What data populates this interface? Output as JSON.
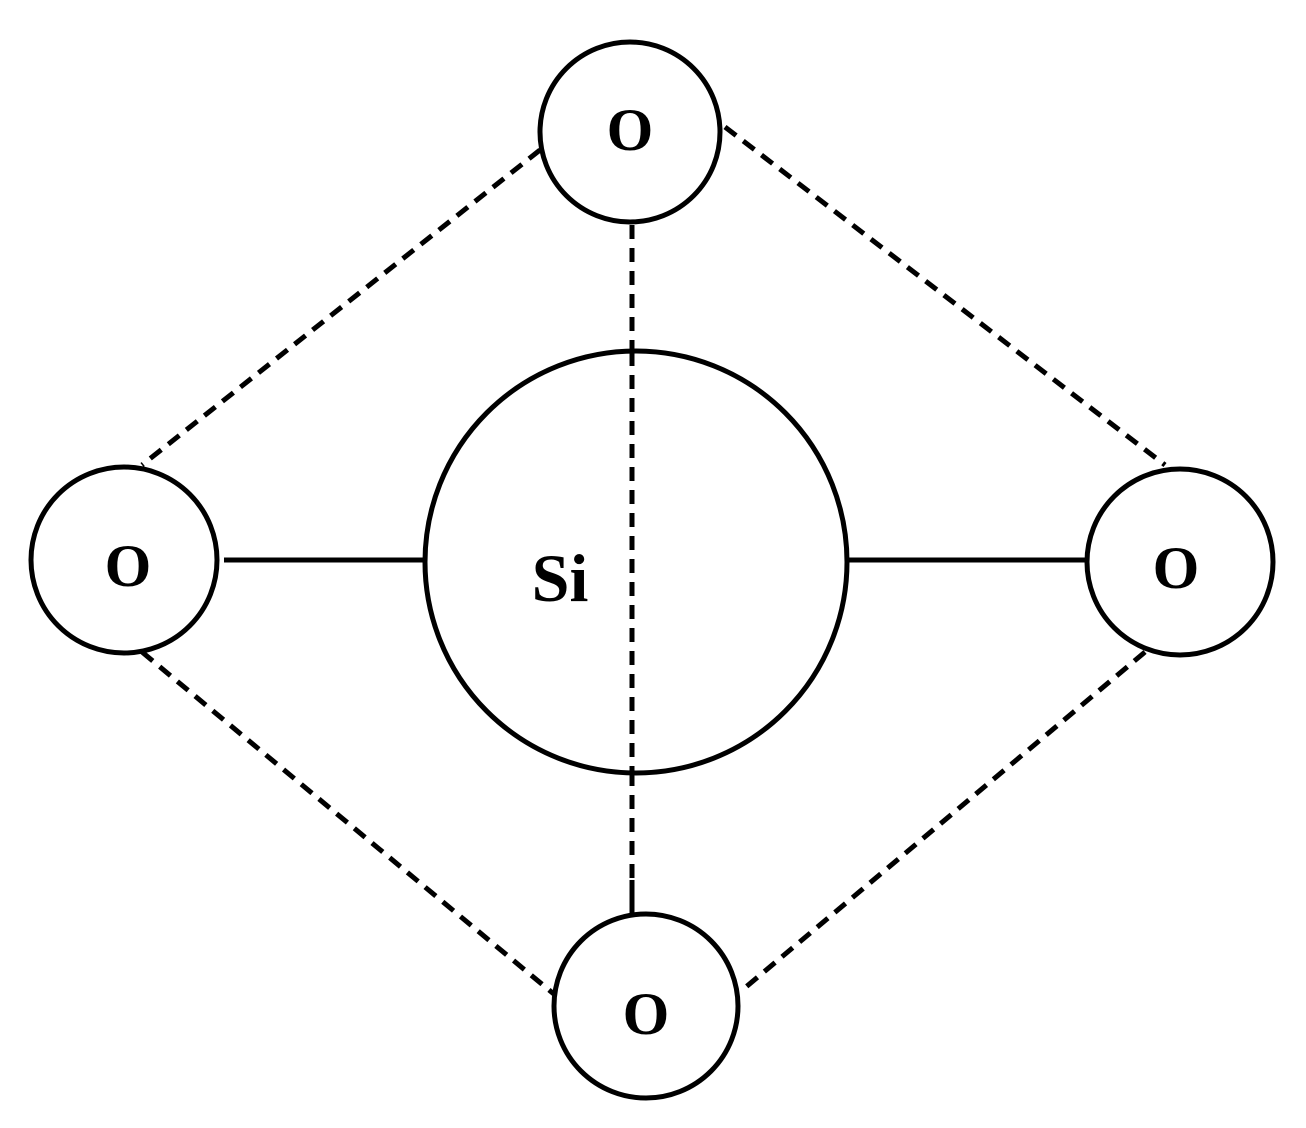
{
  "diagram": {
    "central_atom": {
      "label": "Si"
    },
    "outer_atoms": [
      {
        "label": "O"
      },
      {
        "label": "O"
      },
      {
        "label": "O"
      },
      {
        "label": "O"
      }
    ],
    "colors": {
      "stroke": "#000000",
      "background": "#ffffff"
    }
  }
}
